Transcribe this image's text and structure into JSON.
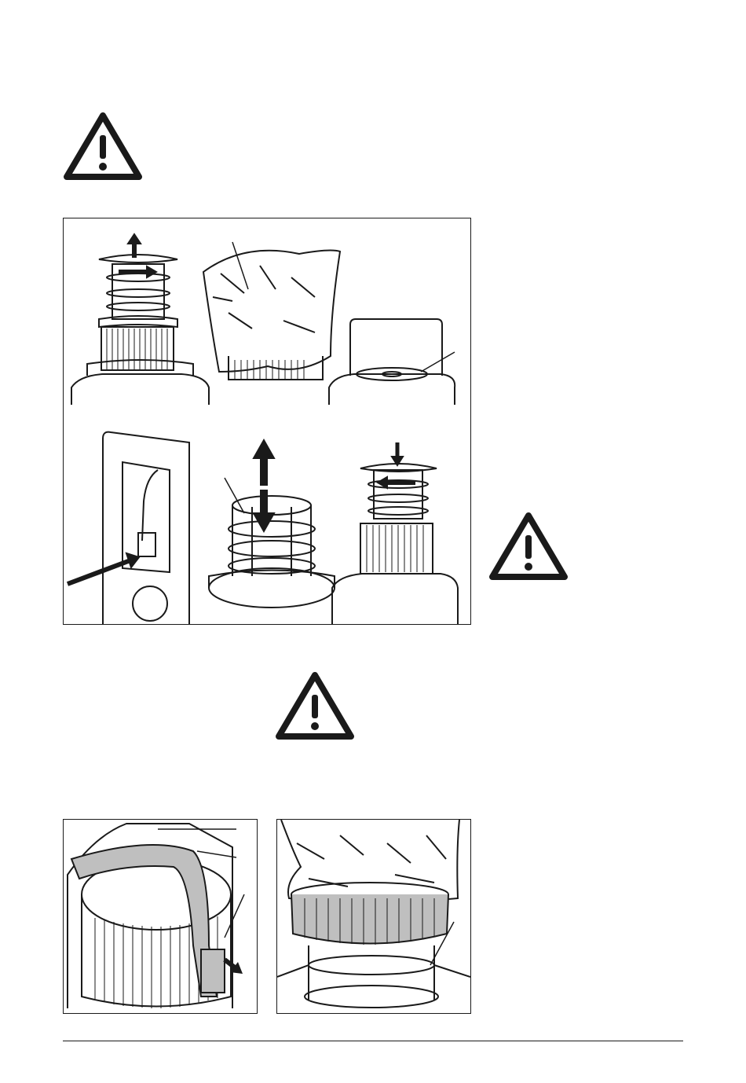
{
  "page": {
    "background": "#ffffff",
    "ink": "#1a1a1a"
  },
  "icons": {
    "warning": "warning-triangle-icon",
    "arrow": "arrow-icon"
  },
  "figures": {
    "top_panel": "filter-cleaning-steps",
    "bottom_left": "filter-frame-and-clip",
    "bottom_right": "filter-bag-over-cartridge"
  }
}
